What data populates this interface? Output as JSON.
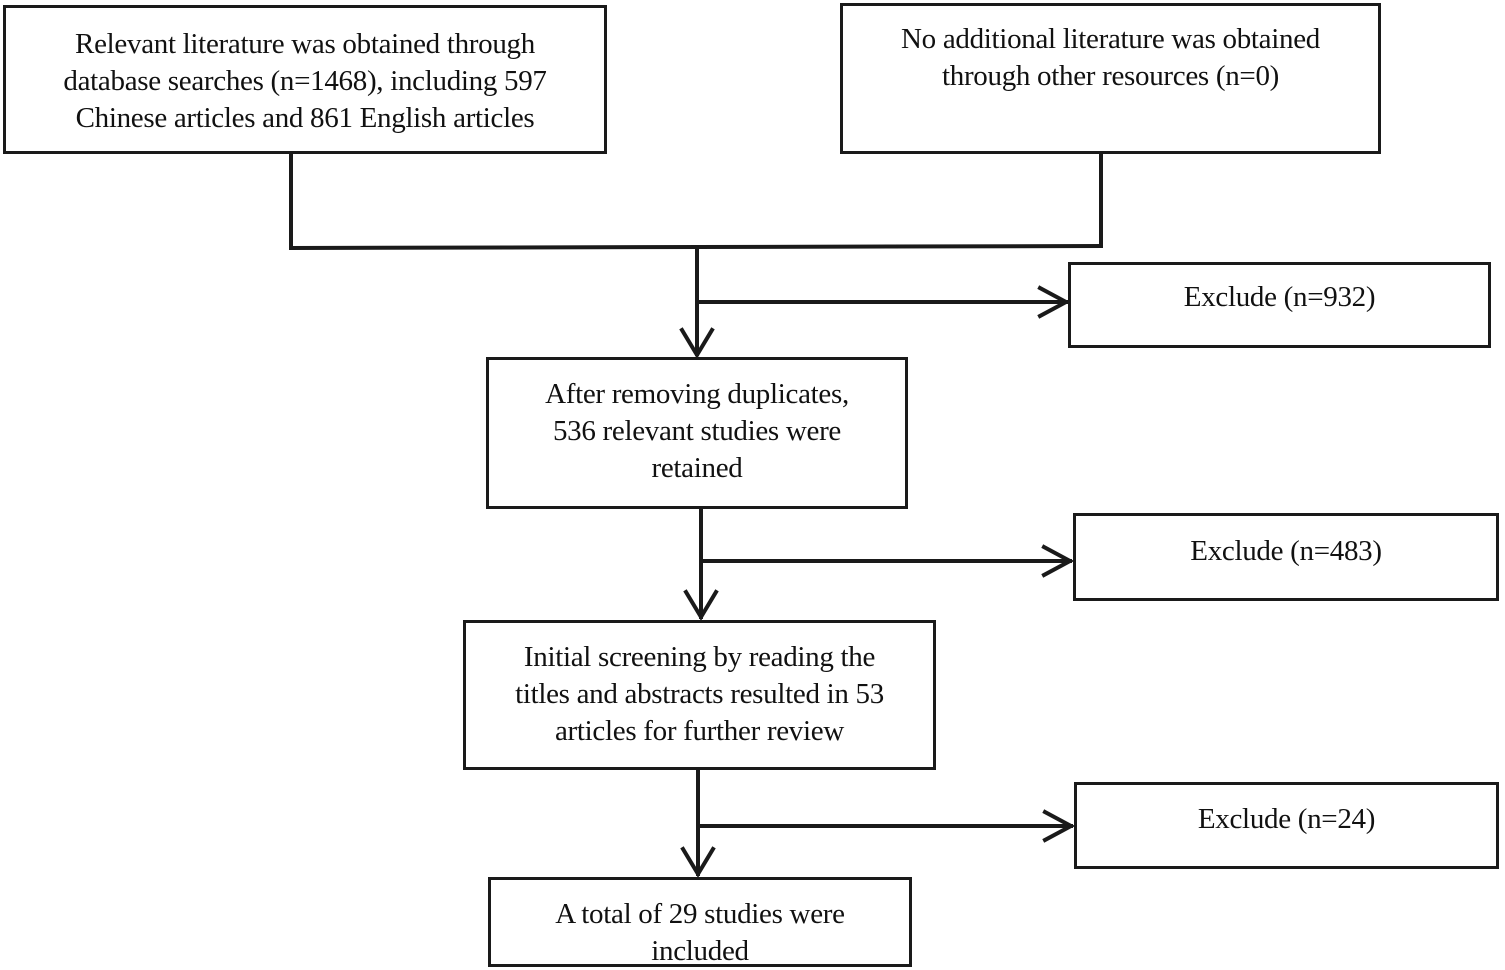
{
  "flowchart": {
    "search_box": {
      "line1": "Relevant literature was obtained through",
      "line2": "database searches (n=1468), including 597",
      "line3": "Chinese articles and 861 English articles"
    },
    "other_resources_box": {
      "line1": "No additional literature was obtained",
      "line2": "through other resources (n=0)"
    },
    "dedup_box": {
      "line1": "After removing duplicates,",
      "line2": "536 relevant studies were",
      "line3": "retained"
    },
    "screening_box": {
      "line1": "Initial screening by reading the",
      "line2": "titles and abstracts resulted in 53",
      "line3": "articles for further review"
    },
    "included_box": {
      "line1": "A total of 29 studies were",
      "line2": "included"
    },
    "exclusions": [
      {
        "label": "Exclude (n=932)"
      },
      {
        "label": "Exclude (n=483)"
      },
      {
        "label": "Exclude (n=24)"
      }
    ]
  },
  "colors": {
    "line": "#1a1a1a",
    "background": "#ffffff",
    "text": "#111111"
  }
}
